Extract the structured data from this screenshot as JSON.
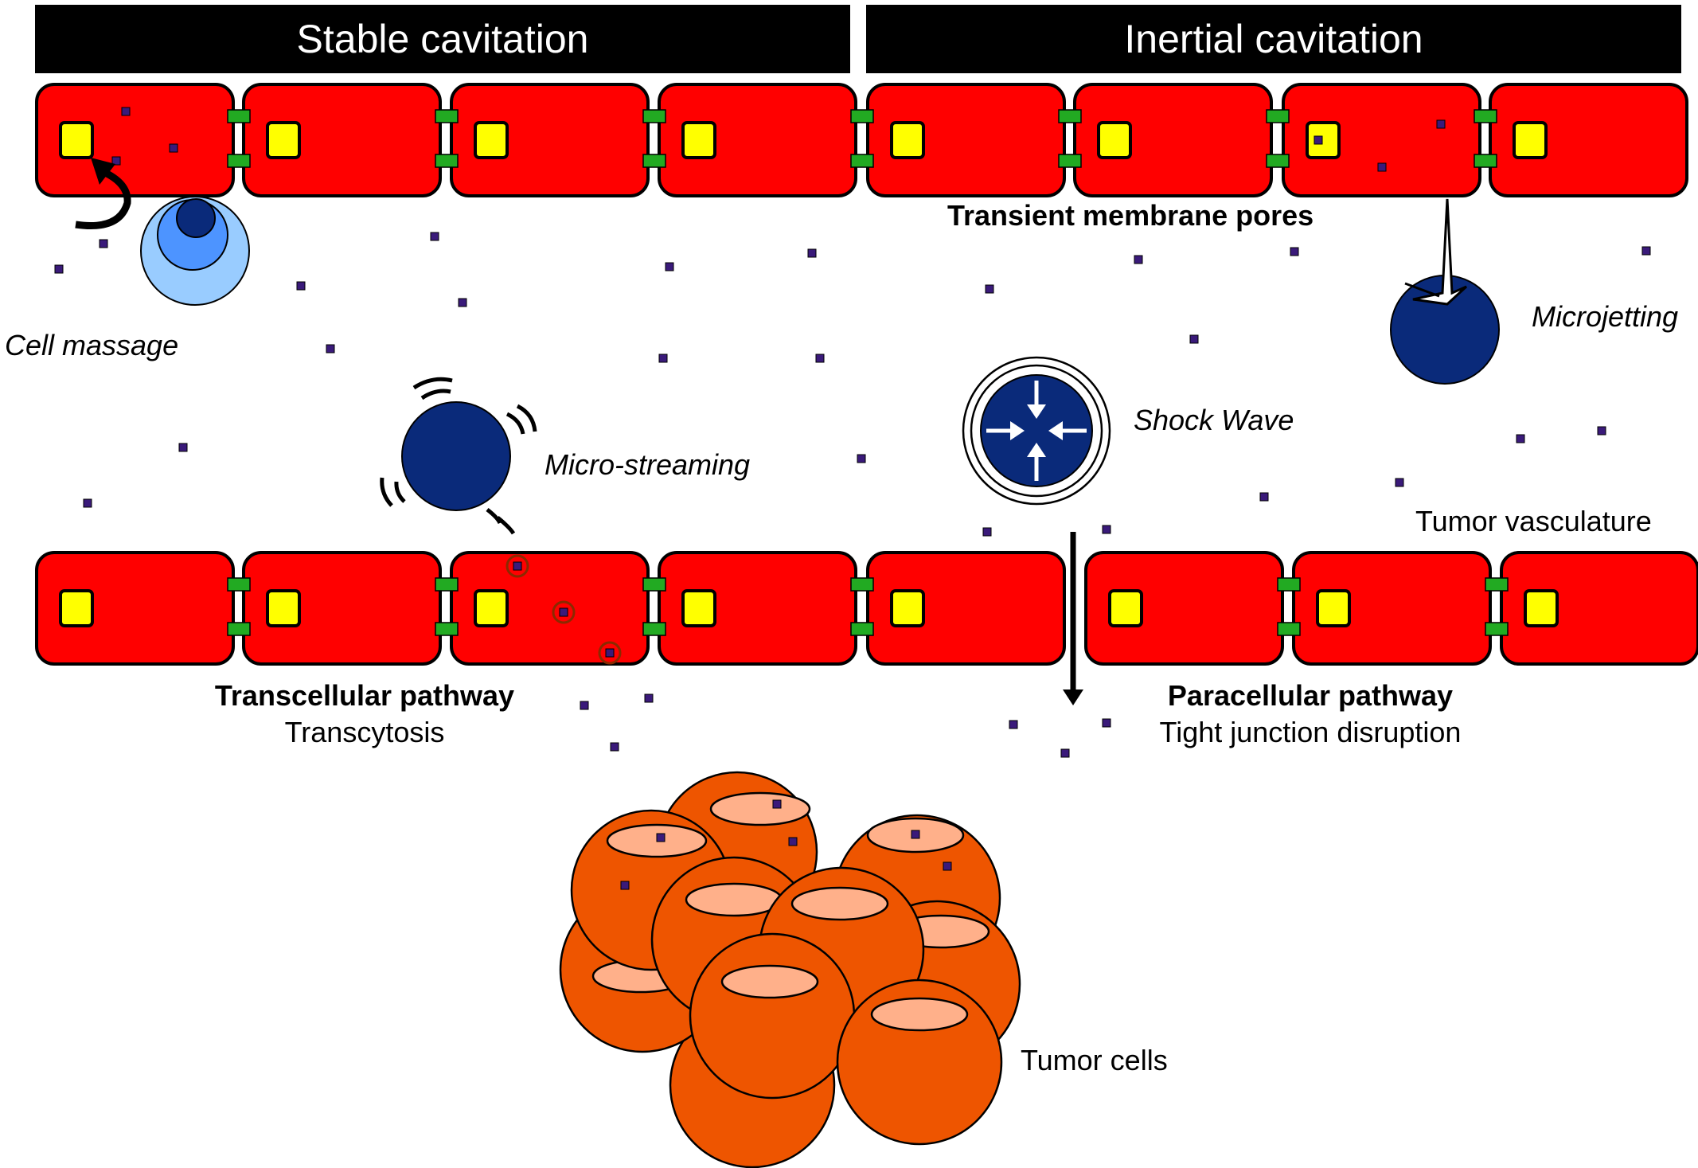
{
  "headers": {
    "stable": "Stable cavitation",
    "inertial": "Inertial cavitation"
  },
  "labels": {
    "cell_massage": "Cell massage",
    "micro_streaming": "Micro-streaming",
    "transient_membrane_pores": "Transient membrane pores",
    "microjetting": "Microjetting",
    "shock_wave": "Shock Wave",
    "tumor_vasculature": "Tumor vasculature",
    "transcellular_pathway": "Transcellular pathway",
    "transcytosis": "Transcytosis",
    "paracellular_pathway": "Paracellular pathway",
    "tight_junction_disruption": "Tight junction disruption",
    "tumor_cells": "Tumor cells"
  },
  "colors": {
    "header_bar": "#000000",
    "endothelial_cell": "#ff0000",
    "nucleus": "#ffff00",
    "tight_junction": "#22aa22",
    "microbubble": "#0a2a7a",
    "drug_particle": "#3a1a7a",
    "tumor_cell": "#ee5500",
    "tumor_nucleus": "#ffb08a",
    "bubble_light": "#99ccff",
    "bubble_mid": "#4d94ff"
  },
  "icons": [
    "curved-arrow-icon",
    "oscillating-bubble-icon",
    "microjet-bubble-icon",
    "shock-wave-icon",
    "down-arrow-icon"
  ]
}
